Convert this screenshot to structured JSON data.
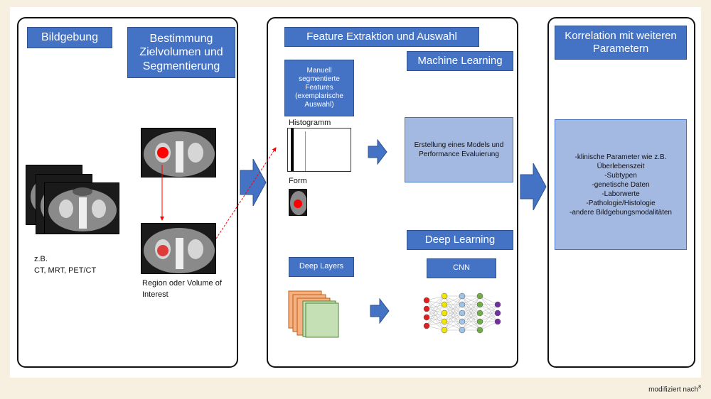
{
  "panel1": {
    "header_bildgebung": "Bildgebung",
    "header_bestimmung": "Bestimmung Zielvolumen und Segmentierung",
    "modalities": "z.B.\nCT, MRT, PET/CT",
    "roi_label": "Region oder Volume of Interest"
  },
  "panel2": {
    "header": "Feature Extraktion und Auswahl",
    "manual_features": "Manuell segmentierte Features (exemplarische Auswahl)",
    "histogram_label": "Histogramm",
    "form_label": "Form",
    "ml_header": "Machine Learning",
    "ml_box": "Erstellung eines Models und Performance Evaluierung",
    "dl_header": "Deep Learning",
    "deep_layers": "Deep Layers",
    "cnn": "CNN"
  },
  "panel3": {
    "header": "Korrelation mit weiteren Parametern",
    "params": "-klinische Parameter wie z.B. Überlebenszeit\n-Subtypen\n-genetische Daten\n-Laborwerte\n-Pathologie/Histologie\n-andere Bildgebungsmodalitäten"
  },
  "footer": {
    "text": "modifiziert nach",
    "ref": "8"
  },
  "colors": {
    "header_blue": "#4472c4",
    "light_blue": "#a4b9e2",
    "roi_red": "#ff0000",
    "layer_orange": "#f4b183",
    "layer_green": "#c5e0b4",
    "background": "#f7f0e1"
  }
}
